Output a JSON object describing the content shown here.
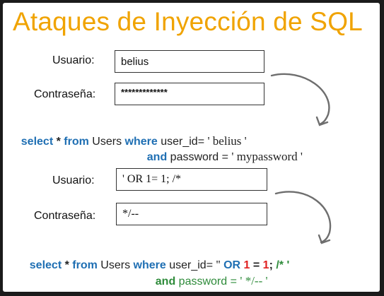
{
  "title": "Ataques de Inyección de SQL",
  "form1": {
    "user_label": "Usuario:",
    "user_value": "belius",
    "pass_label": "Contraseña:",
    "pass_value": "*************"
  },
  "query1": {
    "line1": {
      "select": "select",
      "star": " * ",
      "from": "from",
      "table": " Users ",
      "where": "where",
      "cond": " user_id= ",
      "value": "' belius '"
    },
    "line2": {
      "and": "and",
      "cond": " password = ",
      "value": "' mypassword '"
    }
  },
  "form2": {
    "user_label": "Usuario:",
    "user_value": "' OR 1= 1; /*",
    "pass_label": "Contraseña:",
    "pass_value": "*/--"
  },
  "query2": {
    "line1": {
      "select": "select",
      "star": " * ",
      "from": "from",
      "table": " Users ",
      "where": "where",
      "cond": " user_id= ",
      "quote": "''",
      "or": " OR ",
      "one_a": "1",
      "eq": " = ",
      "one_b": "1",
      "semi": "; ",
      "comment": "/* '"
    },
    "line2": {
      "and": "and",
      "password": " password = ",
      "value": "' */-- '"
    }
  },
  "colors": {
    "title": "#f0a300",
    "keyword": "#1f6fb3",
    "injected_red": "#e02020",
    "commented_green": "#2e8b3a"
  }
}
